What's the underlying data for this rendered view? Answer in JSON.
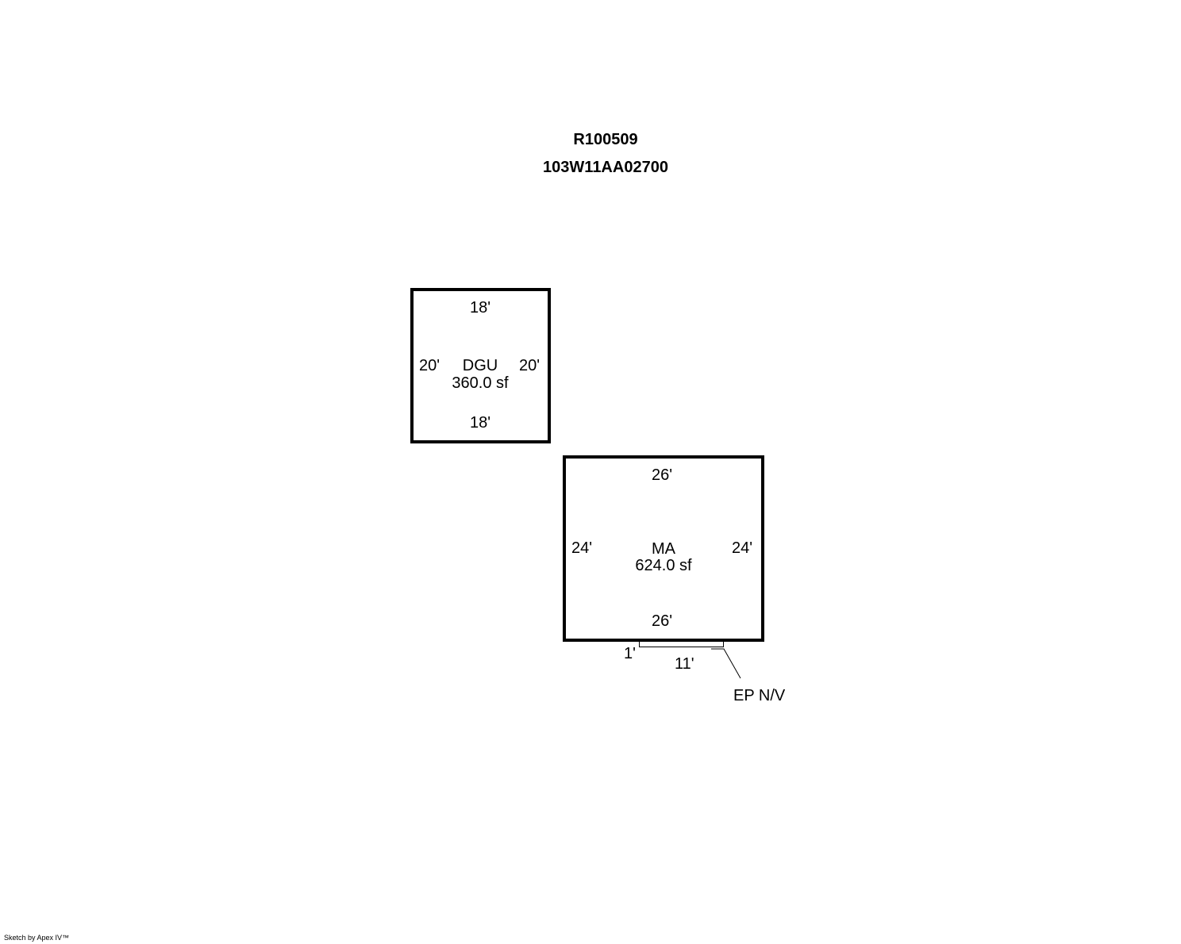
{
  "header": {
    "account_number": "R100509",
    "map_tax_lot": "103W11AA02700"
  },
  "areas": {
    "dgu": {
      "code": "DGU",
      "area": "360.0 sf",
      "top": "18'",
      "bottom": "18'",
      "left": "20'",
      "right": "20'"
    },
    "ma": {
      "code": "MA",
      "area": "624.0 sf",
      "top": "26'",
      "bottom": "26'",
      "left": "24'",
      "right": "24'"
    },
    "ep": {
      "label": "EP N/V",
      "depth": "1'",
      "width": "11'"
    }
  },
  "footer": {
    "credit": "Sketch by Apex IV™"
  }
}
